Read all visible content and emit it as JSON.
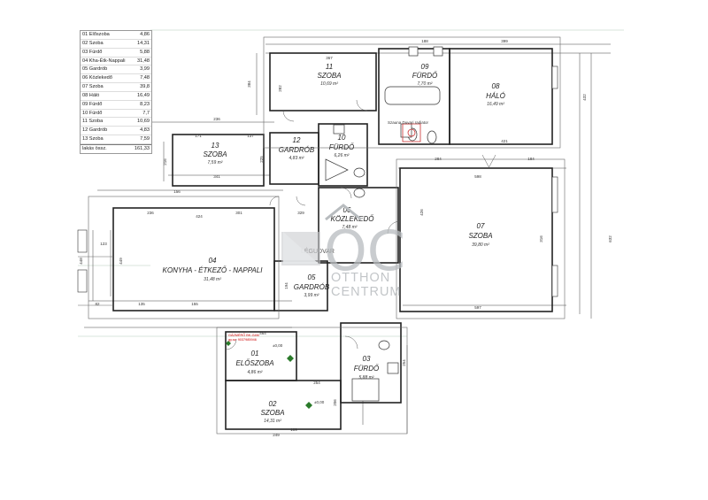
{
  "legend": {
    "rows": [
      {
        "label": "01 Előszoba",
        "value": "4,86"
      },
      {
        "label": "02 Szoba",
        "value": "14,31"
      },
      {
        "label": "03 Fürdő",
        "value": "5,88"
      },
      {
        "label": "04 Kha-Étk-Nappali",
        "value": "31,48"
      },
      {
        "label": "05 Gardrób",
        "value": "3,99"
      },
      {
        "label": "06 Közlekedő",
        "value": "7,48"
      },
      {
        "label": "07 Szoba",
        "value": "39,8"
      },
      {
        "label": "08 Háló",
        "value": "16,49"
      },
      {
        "label": "09 Fürdő",
        "value": "8,23"
      },
      {
        "label": "10 Fürdő",
        "value": "7,7"
      },
      {
        "label": "11 Szoba",
        "value": "10,69"
      },
      {
        "label": "12 Gardrób",
        "value": "4,83"
      },
      {
        "label": "13 Szoba",
        "value": "7,59"
      }
    ],
    "total_label": "lakás össz.",
    "total_value": "161,33"
  },
  "rooms": {
    "r01": {
      "num": "01",
      "name": "ELŐSZOBA",
      "area": "4,86 m²"
    },
    "r02": {
      "num": "02",
      "name": "SZOBA",
      "area": "14,31 m²"
    },
    "r03": {
      "num": "03",
      "name": "FÜRDŐ",
      "area": "5,88 m²"
    },
    "r04": {
      "num": "04",
      "name": "KONYHA - ÉTKEZŐ - NAPPALI",
      "area": "31,48 m²"
    },
    "r05": {
      "num": "05",
      "name": "GARDRÓB",
      "area": "3,99 m²"
    },
    "r06": {
      "num": "06",
      "name": "KÖZLEKEDŐ",
      "area": "7,48 m²"
    },
    "r07": {
      "num": "07",
      "name": "SZOBA",
      "area": "39,80 m²"
    },
    "r08": {
      "num": "08",
      "name": "HÁLÓ",
      "area": "16,49 m²"
    },
    "r09": {
      "num": "09",
      "name": "FÜRDŐ",
      "area": "7,70 m²"
    },
    "r10": {
      "num": "10",
      "name": "FÜRDŐ",
      "area": "6,26 m²"
    },
    "r11": {
      "num": "11",
      "name": "SZOBA",
      "area": "10,69 m²"
    },
    "r12": {
      "num": "12",
      "name": "GARDRÓB",
      "area": "4,83 m²"
    },
    "r13": {
      "num": "13",
      "name": "SZOBA",
      "area": "7,59 m²"
    }
  },
  "labels": {
    "legudvar": "LÉGUDVAR",
    "sauna": "Szauna Duvari radiator",
    "gas1": "GÁZMÉRŐ BK-G4M",
    "gas2": "gy.sz: 9037985946",
    "level1": "±0,00",
    "level2": "±0,00"
  },
  "dims": {
    "d1": "367",
    "d2": "188",
    "d3": "399",
    "d4": "236",
    "d5": "171",
    "d6": "137",
    "d7": "341",
    "d8": "236",
    "d9": "301",
    "d10": "329",
    "d11": "597",
    "d12": "598",
    "d13": "284",
    "d14": "184",
    "d15": "421",
    "d16": "135",
    "d17": "155",
    "d18": "254",
    "d19": "424",
    "d20": "123",
    "d21": "432",
    "d22": "632",
    "d23": "448",
    "d24": "426",
    "d25": "316",
    "d26": "216",
    "d27": "449",
    "d28": "384",
    "d29": "282",
    "d30": "225",
    "d31": "194",
    "d32": "206",
    "d33": "254",
    "d34": "464",
    "d35": "156",
    "d36": "82",
    "d37": "109",
    "d38": "249"
  },
  "watermark": {
    "logo": "OC",
    "line1": "OTTHON",
    "line2": "CENTRUM"
  }
}
